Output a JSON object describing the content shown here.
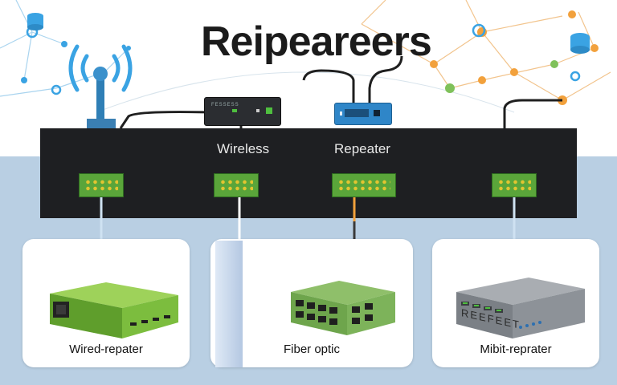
{
  "title": "Reipeareers",
  "bar": {
    "label_left": "Wireless",
    "label_right": "Repeater"
  },
  "devices": {
    "router_label": "FESSESS"
  },
  "cards": [
    {
      "label": "Wired-repater"
    },
    {
      "label": "Fiber optic"
    },
    {
      "label": "Mibit-reprater",
      "device_text": "REEFEET"
    }
  ],
  "colors": {
    "bar": "#1e1f22",
    "port_green": "#5aa53a",
    "accent_blue": "#3aa3e3",
    "accent_orange": "#f2a13c",
    "background_blue": "#b9cfe3"
  }
}
